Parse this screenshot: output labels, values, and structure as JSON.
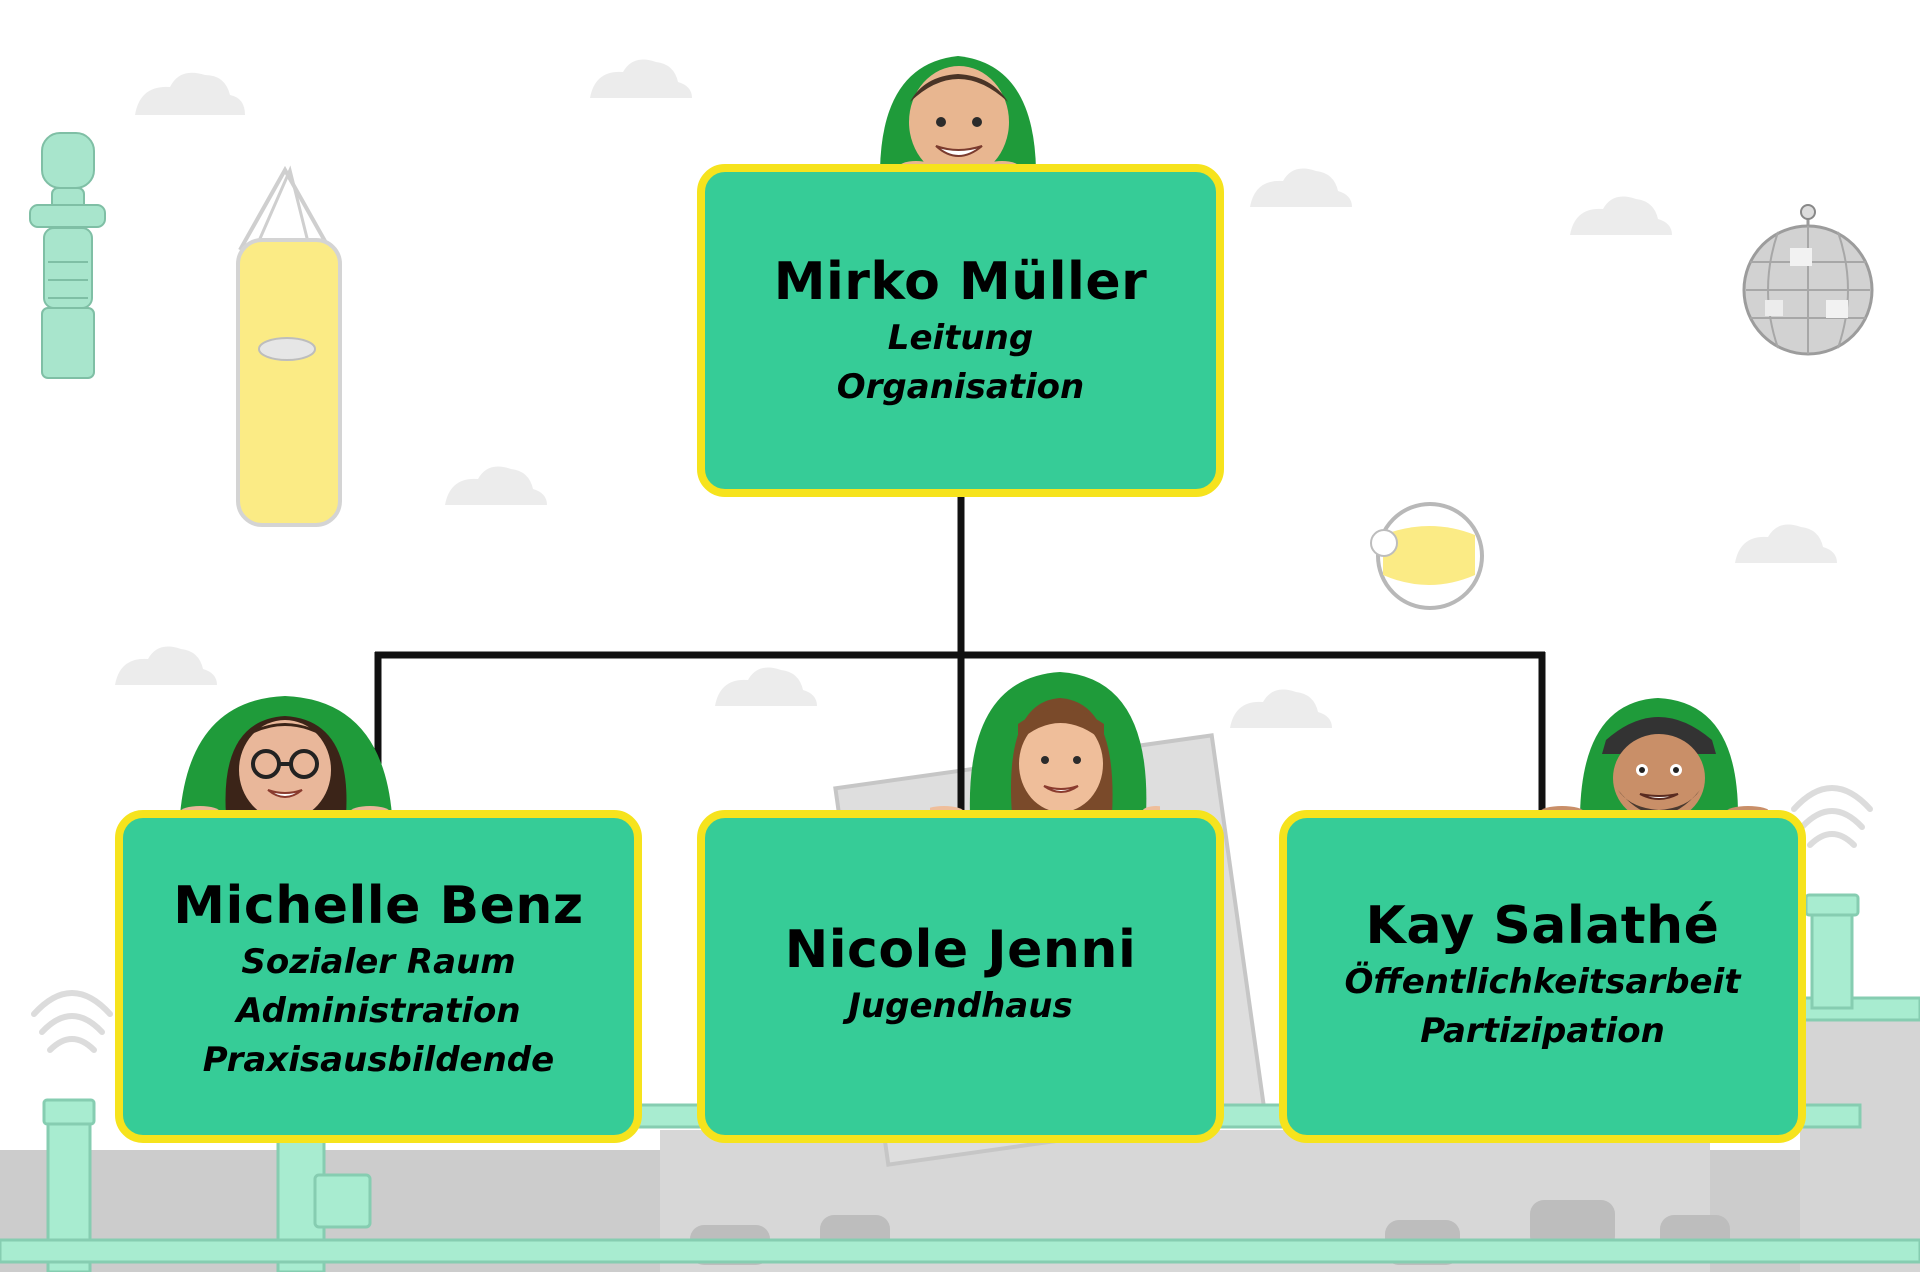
{
  "colors": {
    "box_fill": "#36cc97",
    "box_border": "#f6e31d",
    "connector": "#111111",
    "hood": "#1f9b3a",
    "pipes": "#a8ecd0",
    "ground": "#cfcfcf"
  },
  "org_chart": {
    "head": {
      "name": "Mirko Müller",
      "roles": [
        "Leitung",
        "Organisation"
      ],
      "photo_icon": "person-hood-icon"
    },
    "members": [
      {
        "name": "Michelle Benz",
        "roles": [
          "Sozialer Raum",
          "Administration",
          "Praxisausbildende"
        ],
        "photo_icon": "person-hood-glasses-icon"
      },
      {
        "name": "Nicole Jenni",
        "roles": [
          "Jugendhaus"
        ],
        "photo_icon": "person-hood-icon"
      },
      {
        "name": "Kay Salathé",
        "roles": [
          "Öffentlichkeitsarbeit",
          "Partizipation"
        ],
        "photo_icon": "person-hood-cap-icon"
      }
    ]
  },
  "decorations": [
    "foosball-figure-icon",
    "punching-bag-icon",
    "disco-ball-icon",
    "billiard-ball-icon",
    "cloud-icon",
    "wifi-signal-icon",
    "pipe-icon"
  ]
}
